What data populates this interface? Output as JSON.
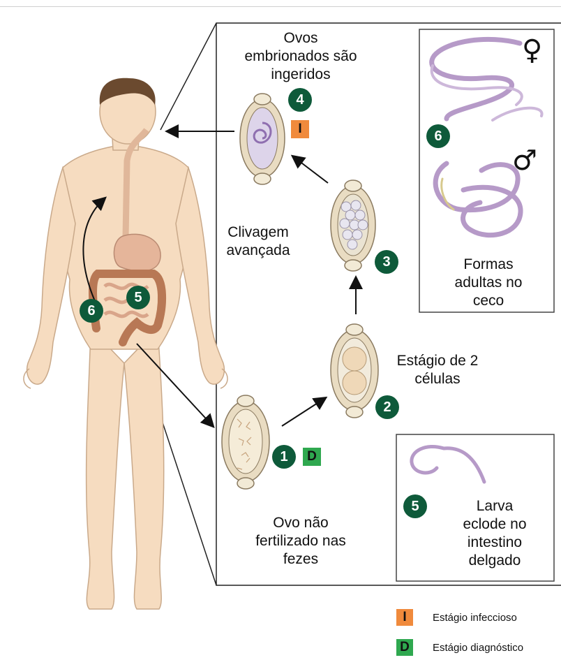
{
  "labels": {
    "ingested": "Ovos\nembrionados são\ningeridos",
    "advanced_cleavage": "Clivagem\navançada",
    "two_cell": "Estágio de 2\ncélulas",
    "unfertilized": "Ovo não\nfertilizado nas\nfezes",
    "adults": "Formas\nadultas no\nceco",
    "larva": "Larva\neclode no\nintestino\ndelgado"
  },
  "stage_numbers": {
    "s1": "1",
    "s2": "2",
    "s3": "3",
    "s4": "4",
    "s5_body": "5",
    "s5_box": "5",
    "s6_body": "6",
    "s6_box": "6"
  },
  "markers": {
    "infective": "I",
    "diagnostic": "D"
  },
  "sex_symbols": {
    "female": "♀",
    "male": "♂"
  },
  "legend": {
    "infective_key": "I",
    "infective_text": "Estágio infeccioso",
    "diagnostic_key": "D",
    "diagnostic_text": "Estágio diagnóstico"
  },
  "colors": {
    "badge": "#0e5a3a",
    "infective": "#f08a3c",
    "diagnostic": "#2fa84f",
    "skin": "#f6dcc0",
    "intestine": "#b87855",
    "worm": "#b69ac8",
    "egg_shell": "#d9c6a4"
  }
}
